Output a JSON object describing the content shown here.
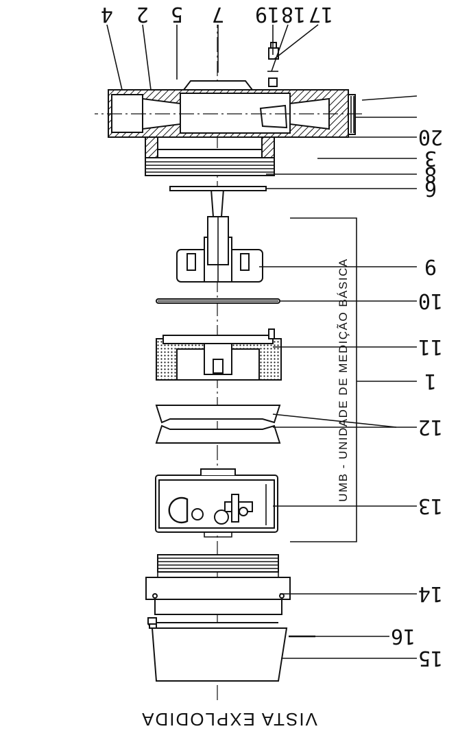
{
  "diagram": {
    "title": "VISTA EXPLODIDA",
    "bracket_text": "UMB - UNIDADE DE MEDIÇÃO BÁSICA",
    "labels": {
      "p4": "4",
      "p2": "2",
      "p5": "5",
      "p7": "7",
      "p19": "19",
      "p18": "18",
      "p17": "17",
      "p20": "20",
      "p3": "3",
      "p6": "6",
      "p8": "8",
      "p9": "9",
      "p10": "10",
      "p11": "11",
      "p12": "12",
      "p13": "13",
      "p14": "14",
      "p15": "15",
      "p16": "16",
      "p1": "1"
    }
  }
}
